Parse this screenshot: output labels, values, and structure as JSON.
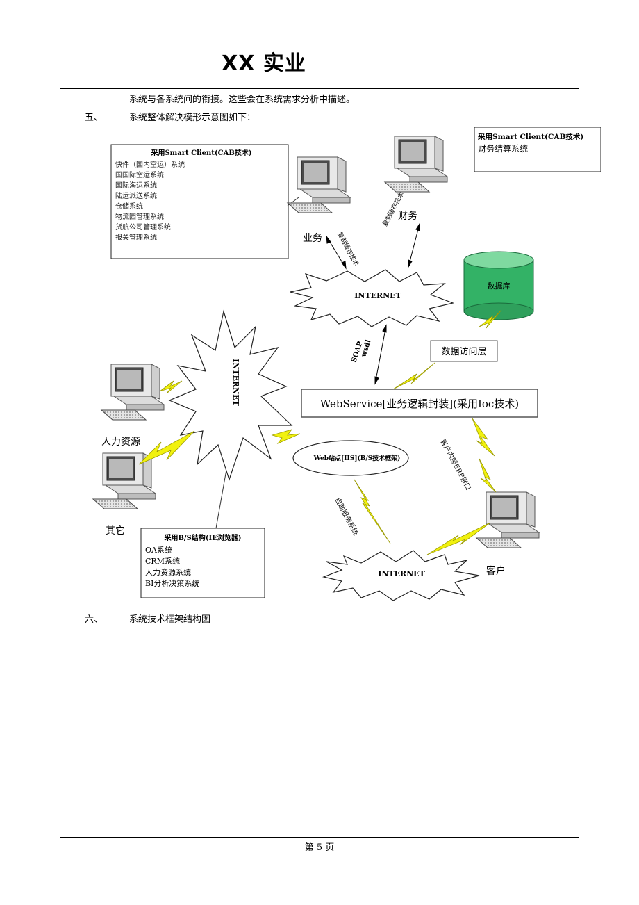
{
  "header": {
    "title": "XX 实业"
  },
  "body": {
    "intro_line": "系统与各系统间的衔接。这些会在系统需求分析中描述。",
    "section5": {
      "num": "五、",
      "title": "系统整体解决模形示意图如下："
    },
    "section6": {
      "num": "六、",
      "title": "系统技术框架结构图"
    }
  },
  "diagram": {
    "smart_client_box": {
      "title": "采用Smart Client(CAB技术)",
      "items": [
        "快件（国内空运）系统",
        "国国际空运系统",
        "国际海运系统",
        "陆运派送系统",
        "仓储系统",
        "物流园管理系统",
        "货航公司管理系统",
        "报关管理系统"
      ]
    },
    "finance_box": {
      "title": "采用Smart Client(CAB技术)",
      "item": "财务结算系统"
    },
    "bs_box": {
      "title": "采用B/S结构(IE浏览器)",
      "items": [
        "OA系统",
        "CRM系统",
        "人力资源系统",
        "BI分析决策系统"
      ]
    },
    "labels": {
      "business": "业务",
      "finance": "财务",
      "hr": "人力资源",
      "other": "其它",
      "customer": "客户",
      "database": "数据库",
      "data_access": "数据访问层",
      "webservice": "WebService[业务逻辑封装](采用Ioc技术)",
      "web_site": "Web站点[IIS](B/S技术框架)",
      "internet_top": "INTERNET",
      "internet_left": "INTERNET",
      "internet_bottom": "INTERNET",
      "replicate_cache_1": "复制缓存技术",
      "replicate_cache_2": "复制缓存技术",
      "soap": "SOAP",
      "wsdl": "wsdl",
      "self_service": "自助服务系统",
      "customer_erp": "客户内部ERP接口"
    },
    "colors": {
      "lightning": "#f1f10e",
      "database_top": "#7fd9a0",
      "database_body": "#33b266"
    }
  },
  "footer": {
    "page": "第 5 页"
  }
}
